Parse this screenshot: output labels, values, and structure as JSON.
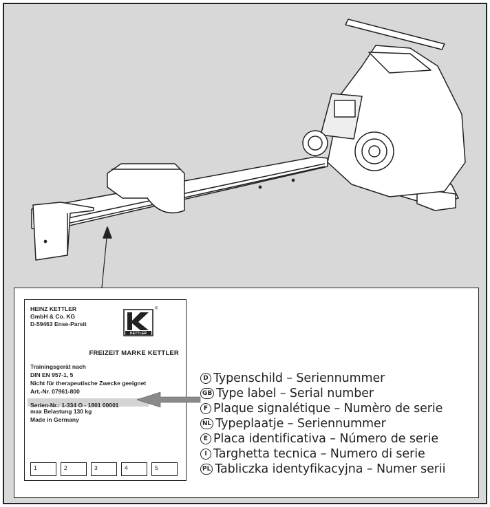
{
  "plate": {
    "manufacturer_lines": [
      "HEINZ KETTLER",
      "GmbH & Co. KG",
      "D-59463 Ense-Parsit"
    ],
    "logo_text": "KETTLER",
    "registered_mark": "®",
    "brand_line": "FREIZEIT MARKE KETTLER",
    "product_lines": [
      "Trainingsgerät nach",
      "DIN EN 957-1, 5",
      "Nicht für therapeutische Zwecke geeignet",
      "Art.-Nr. 07961-800"
    ],
    "serial_line": "Serien-Nr.: 1-334 O - 1801 00001",
    "after_lines": [
      "max Belastung 130 kg",
      "Made in Germany"
    ],
    "boxes": [
      "1",
      "2",
      "3",
      "4",
      "5"
    ]
  },
  "labels": [
    {
      "code": "D",
      "text": "Typenschild – Seriennummer"
    },
    {
      "code": "GB",
      "text": "Type label – Serial number"
    },
    {
      "code": "F",
      "text": "Plaque signalétique – Numèro de serie"
    },
    {
      "code": "NL",
      "text": "Typeplaatje – Seriennummer"
    },
    {
      "code": "E",
      "text": "Placa identificativa – Número de serie"
    },
    {
      "code": "I",
      "text": "Targhetta tecnica – Numero di serie"
    },
    {
      "code": "PL",
      "text": "Tabliczka identyfikacyjna – Numer serii"
    }
  ],
  "colors": {
    "background": "#d8d8d8",
    "highlight": "#d4d4d4",
    "line": "#222222"
  }
}
